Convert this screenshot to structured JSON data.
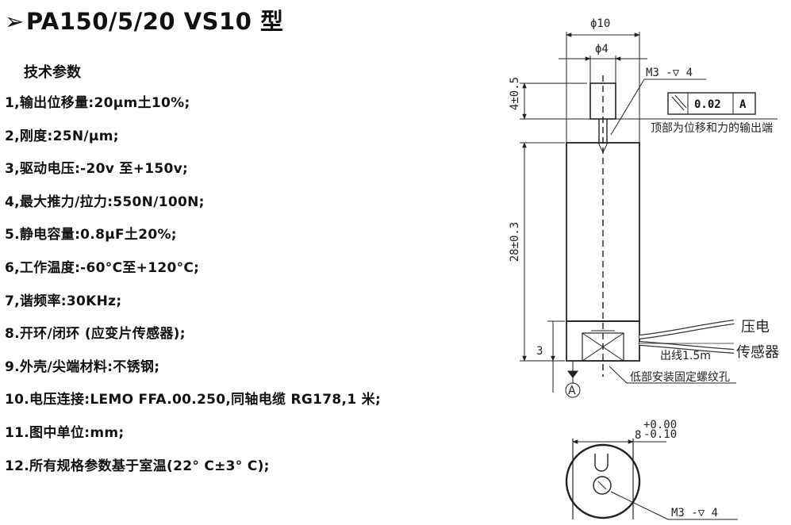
{
  "title": {
    "arrow": "➢",
    "text": "PA150/5/20 VS10 型"
  },
  "subtitle": "技术参数",
  "specs": [
    "1,输出位移量:20μm土10%;",
    "2,刚度:25N/μm;",
    "3,驱动电压:-20v 至+150v;",
    "4,最大推力/拉力:550N/100N;",
    "5.静电容量:0.8μF土20%;",
    "6,工作温度:-60°C至+120°C;",
    "7,谐频率:30KHz;",
    "8.开环/闭环 (应变片传感器);",
    "9.外壳/尖端材料:不锈钢;",
    "10.电压连接:LEMO FFA.00.250,同轴电缆 RG178,1 米;",
    "11.图中单位:mm;",
    "12.所有规格参数基于室温(22° C±3° C);"
  ],
  "drawing": {
    "dia_outer": "ϕ10",
    "dia_tip": "ϕ4",
    "tip_length": "4±0.5",
    "body_length": "28±0.3",
    "base_height": "3",
    "thread_top": "M3 -▽ 4",
    "tolerance_value": "0.02",
    "tolerance_datum": "A",
    "top_note": "顶部为位移和力的输出端",
    "wire_label_1": "压电",
    "wire_label_2": "传感器",
    "lead_length": "出线1.5m",
    "bottom_note": "低部安装固定螺纹孔",
    "datum_label": "A",
    "flat_dim": "8",
    "flat_tol_upper": "+0.00",
    "flat_tol_lower": "-0.10",
    "thread_bottom": "M3 -▽ 4"
  }
}
